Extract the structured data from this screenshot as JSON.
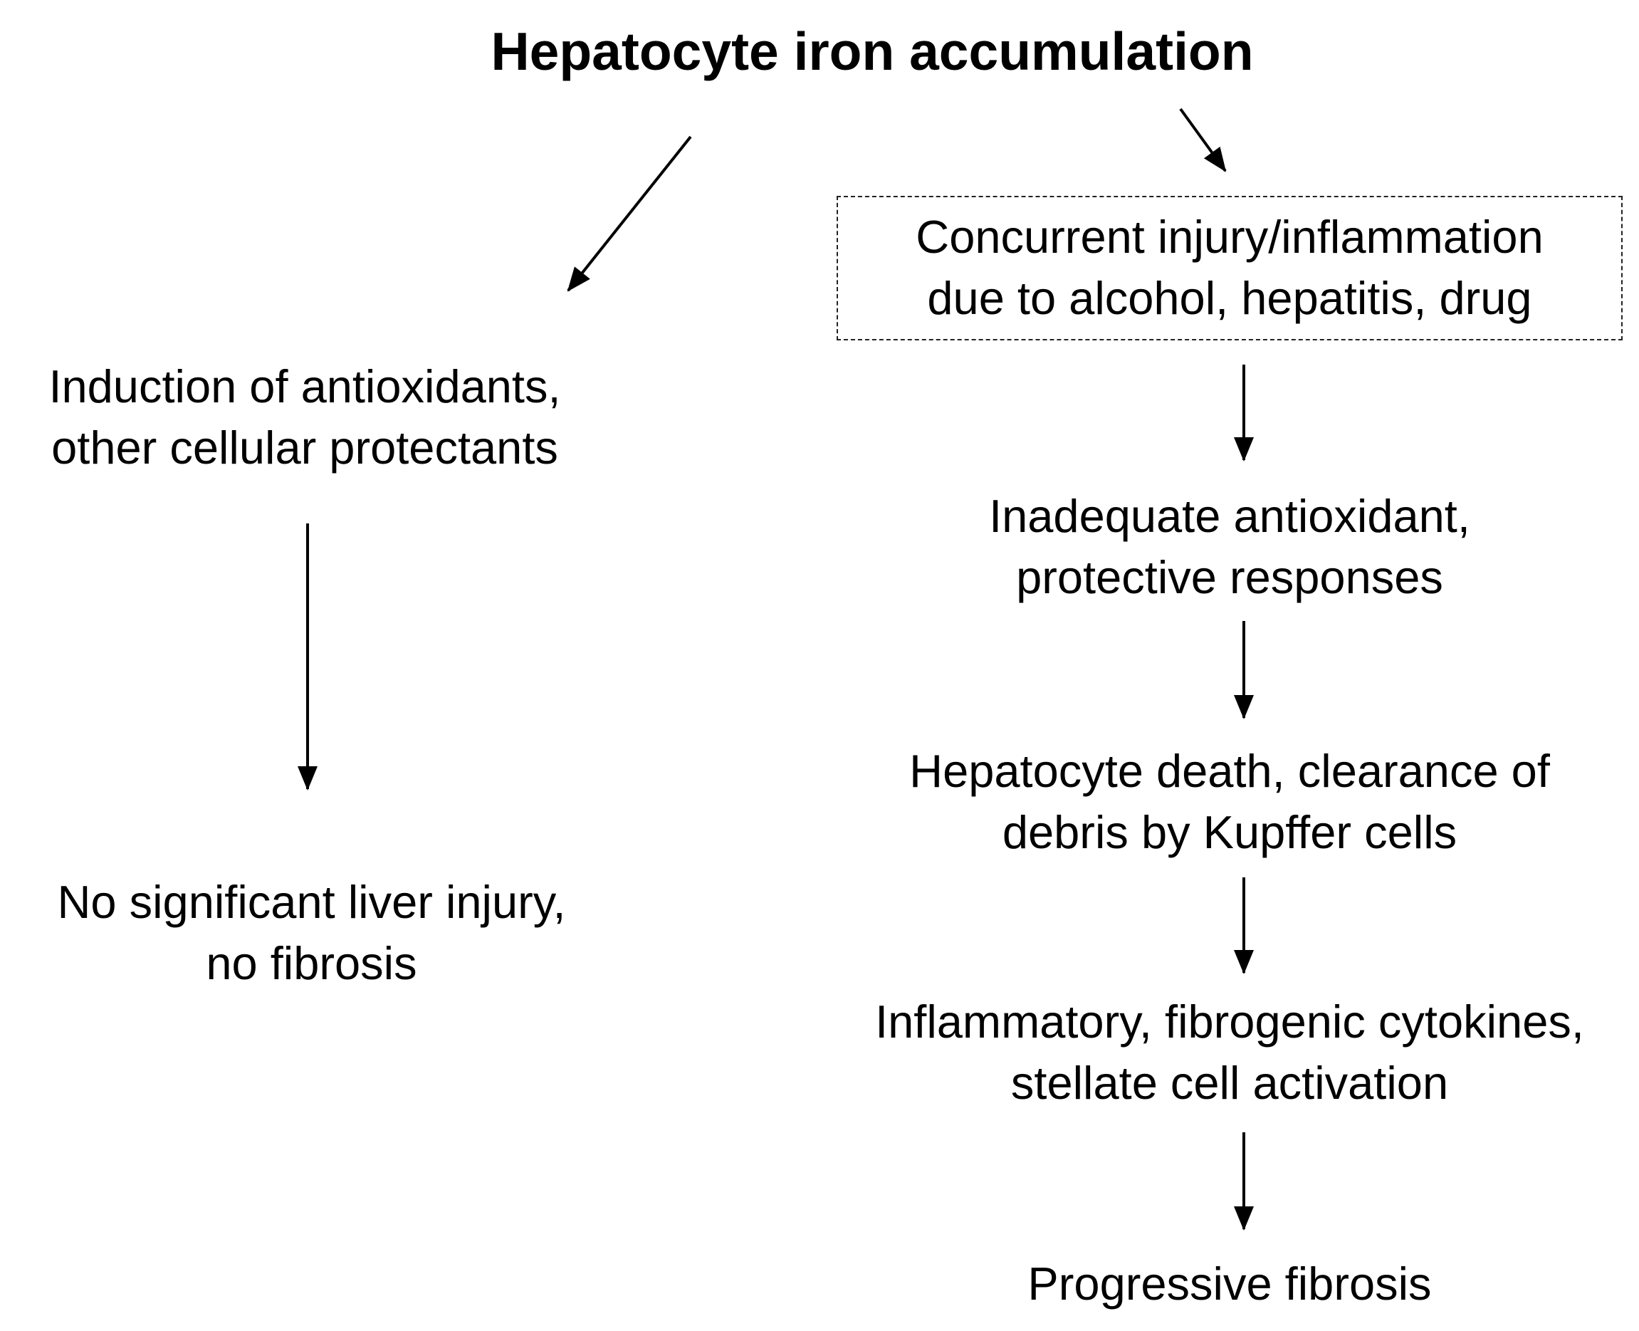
{
  "title": "Hepatocyte iron accumulation",
  "left_branch": {
    "step1": [
      "Induction of antioxidants,",
      "other cellular protectants"
    ],
    "step2": [
      "No significant liver injury,",
      "no fibrosis"
    ]
  },
  "right_branch": {
    "step1": [
      "Concurrent injury/inflammation",
      "due to alcohol, hepatitis, drug"
    ],
    "step2": [
      "Inadequate antioxidant,",
      "protective responses"
    ],
    "step3": [
      "Hepatocyte death, clearance of",
      "debris by Kupffer cells"
    ],
    "step4": [
      "Inflammatory, fibrogenic cytokines,",
      "stellate cell activation"
    ],
    "step5": [
      "Progressive fibrosis"
    ]
  },
  "colors": {
    "text": "#000000",
    "arrow": "#000000",
    "box_border": "#222222"
  }
}
